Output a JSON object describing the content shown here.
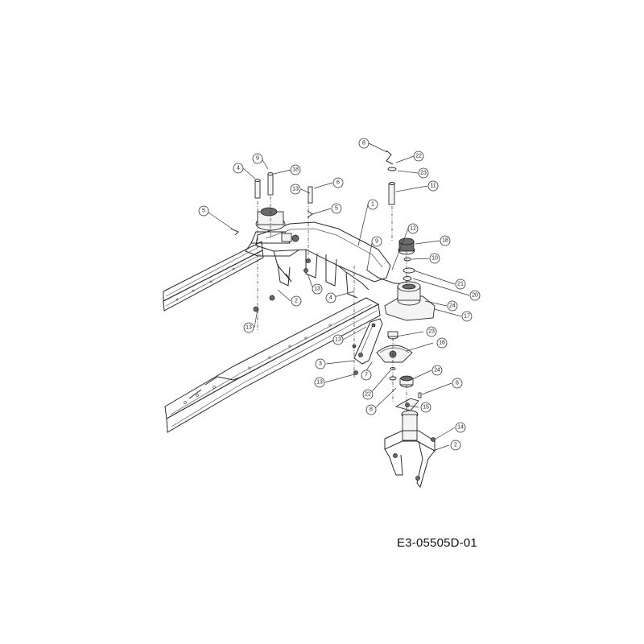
{
  "diagram": {
    "reference_code": "E3-05505D-01",
    "highlight_color": "#f5e27a",
    "highlighted_part": "6",
    "callouts": [
      {
        "label": "9"
      },
      {
        "label": "4"
      },
      {
        "label": "18"
      },
      {
        "label": "13"
      },
      {
        "label": "6"
      },
      {
        "label": "5"
      },
      {
        "label": "5"
      },
      {
        "label": "1"
      },
      {
        "label": "12"
      },
      {
        "label": "9"
      },
      {
        "label": "8"
      },
      {
        "label": "22"
      },
      {
        "label": "23"
      },
      {
        "label": "11"
      },
      {
        "label": "18"
      },
      {
        "label": "10"
      },
      {
        "label": "21"
      },
      {
        "label": "20"
      },
      {
        "label": "24"
      },
      {
        "label": "17"
      },
      {
        "label": "2"
      },
      {
        "label": "13"
      },
      {
        "label": "4"
      },
      {
        "label": "13"
      },
      {
        "label": "13"
      },
      {
        "label": "3"
      },
      {
        "label": "13"
      },
      {
        "label": "7"
      },
      {
        "label": "22"
      },
      {
        "label": "23"
      },
      {
        "label": "16"
      },
      {
        "label": "24"
      },
      {
        "label": "6"
      },
      {
        "label": "8"
      },
      {
        "label": "15"
      },
      {
        "label": "14"
      },
      {
        "label": "2"
      }
    ]
  }
}
